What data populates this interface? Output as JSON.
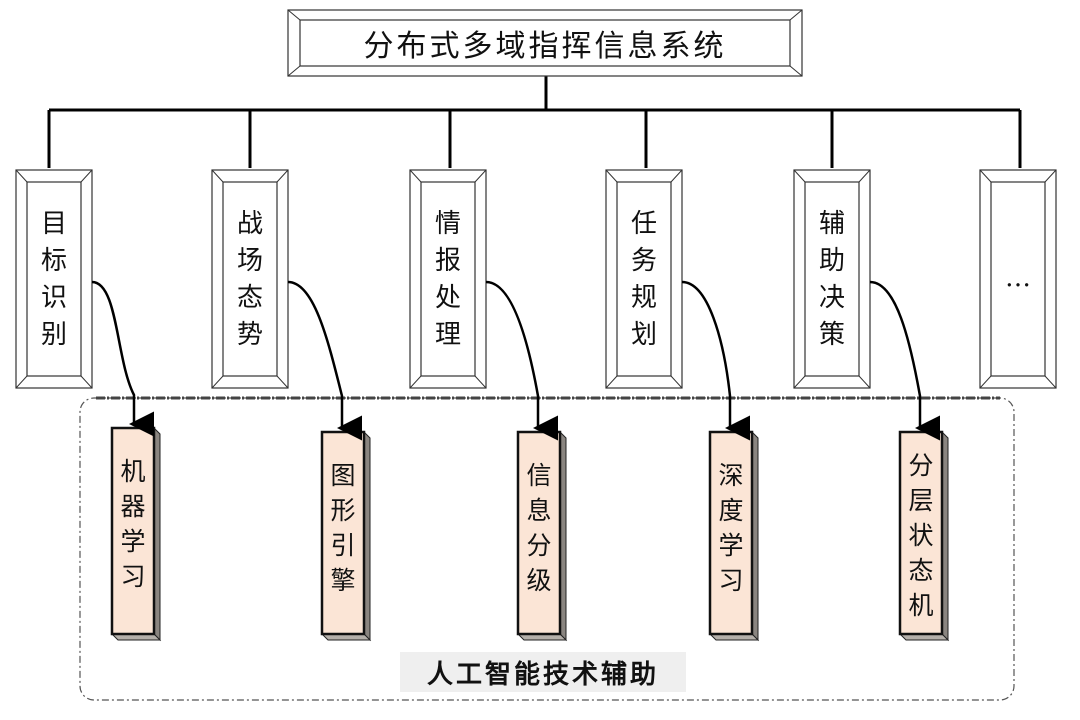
{
  "title": "分布式多域指挥信息系统",
  "modules": [
    {
      "id": "target",
      "label": "目标识别"
    },
    {
      "id": "battlefield",
      "label": "战场态势"
    },
    {
      "id": "intel",
      "label": "情报处理"
    },
    {
      "id": "mission",
      "label": "任务规划"
    },
    {
      "id": "decision",
      "label": "辅助决策"
    },
    {
      "id": "more",
      "label": "…"
    }
  ],
  "techniques": [
    {
      "id": "ml",
      "label": "机器学习"
    },
    {
      "id": "graph",
      "label": "图形引擎"
    },
    {
      "id": "info",
      "label": "信息分级"
    },
    {
      "id": "dl",
      "label": "深度学习"
    },
    {
      "id": "hsm",
      "label": "分层状态机"
    }
  ],
  "ai_group_label": "人工智能技术辅助",
  "colors": {
    "line": "#000000",
    "bar_fill": "#fbe5d6",
    "bar_side": "#8a8580",
    "bar_bottom": "#b5b0aa",
    "label_bg": "#efefef"
  }
}
